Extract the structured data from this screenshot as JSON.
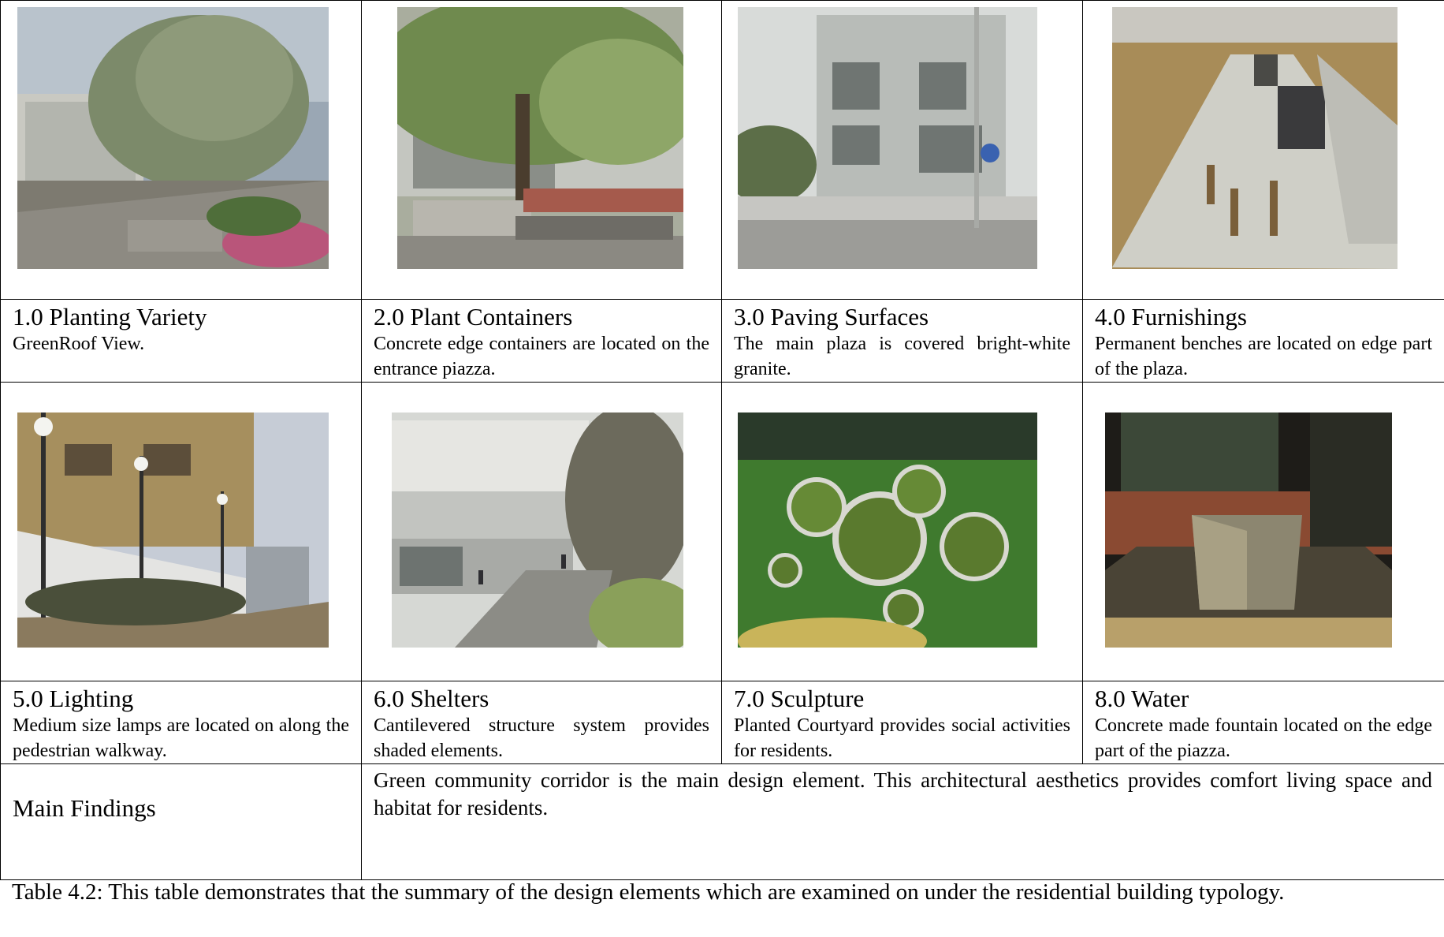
{
  "elements": [
    {
      "title": "1.0 Planting Variety",
      "desc": "GreenRoof View.",
      "photo_icon": "green-roof-photo"
    },
    {
      "title": "2.0 Plant Containers",
      "desc": "Concrete edge containers are located on the entrance piazza.",
      "photo_icon": "plant-containers-photo"
    },
    {
      "title": "3.0 Paving Surfaces",
      "desc": "The main plaza is covered bright-white granite.",
      "photo_icon": "paving-surfaces-photo"
    },
    {
      "title": "4.0 Furnishings",
      "desc": "Permanent benches are located on edge part of the plaza.",
      "photo_icon": "furnishings-photo"
    },
    {
      "title": "5.0 Lighting",
      "desc": "Medium size lamps are located on along the pedestrian walkway.",
      "photo_icon": "lighting-photo"
    },
    {
      "title": "6.0 Shelters",
      "desc": "Cantilevered structure system provides shaded elements.",
      "photo_icon": "shelters-photo"
    },
    {
      "title": "7.0 Sculpture",
      "desc": "Planted Courtyard provides social activities for residents.",
      "photo_icon": "sculpture-courtyard-photo"
    },
    {
      "title": "8.0 Water",
      "desc": "Concrete made fountain located on the edge part of the piazza.",
      "photo_icon": "water-fountain-photo"
    }
  ],
  "findings": {
    "label": "Main Findings",
    "text": "Green community corridor is the main design element. This architectural aesthetics provides comfort living space and habitat for residents."
  },
  "caption": "Table 4.2: This table demonstrates that the summary of the design elements which are examined on under the residential building typology."
}
